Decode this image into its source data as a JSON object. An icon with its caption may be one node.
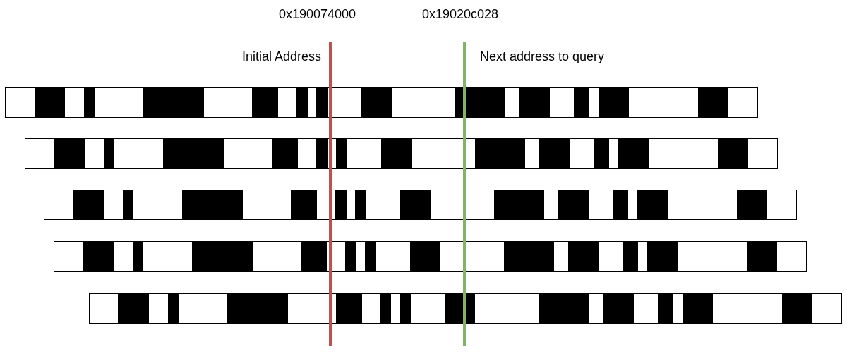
{
  "diagram": {
    "labels": [
      "0x190074000",
      "0x19020c028",
      "Initial Address",
      "Next address to query"
    ]
  }
}
